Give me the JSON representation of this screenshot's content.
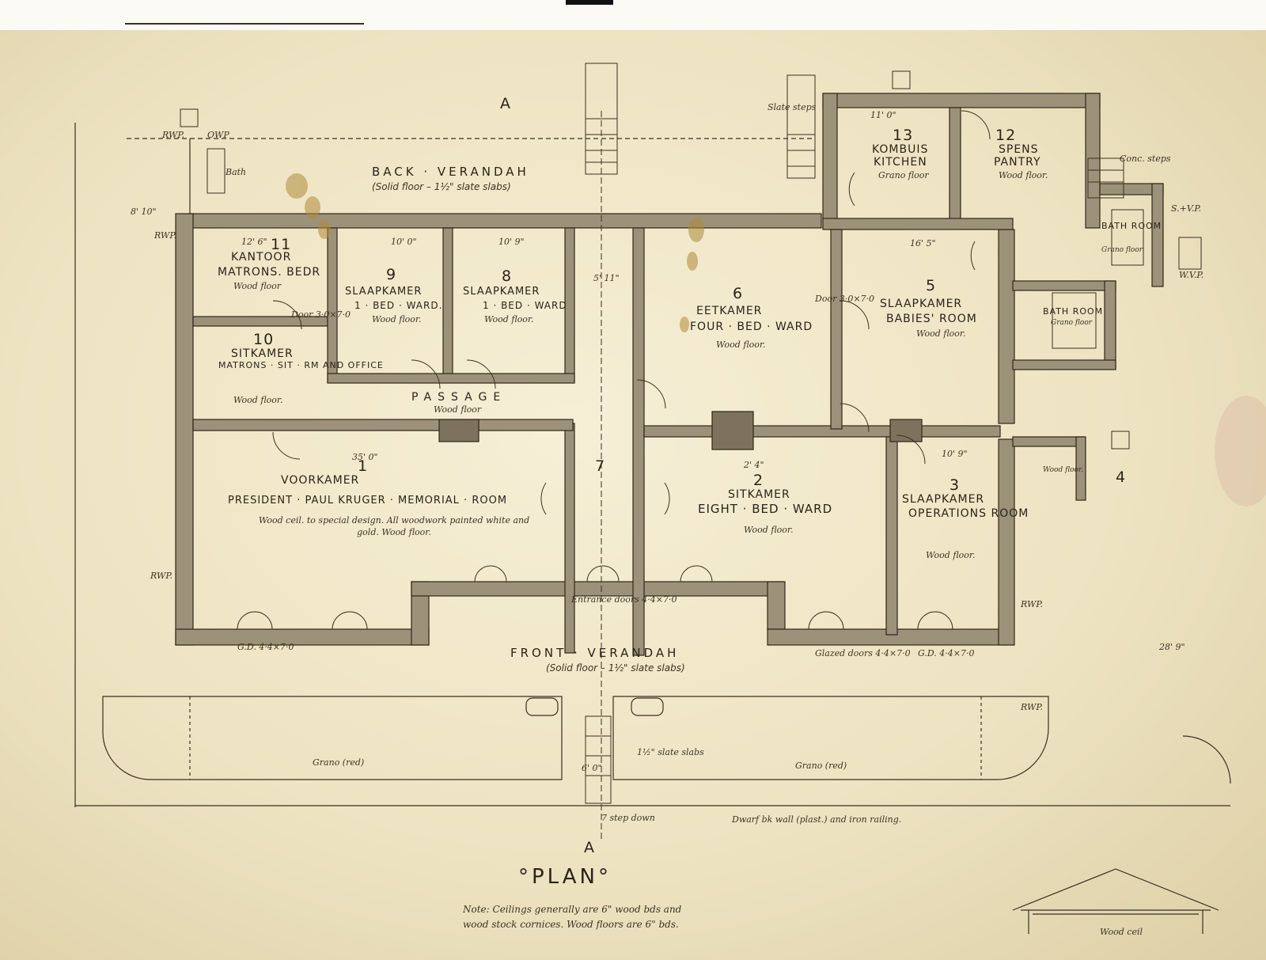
{
  "sheet": {
    "title": "°PLAN°",
    "note": "Note: Ceilings generally are 6\" wood bds and wood stock cornices. Wood floors are 6\" bds."
  },
  "verandahs": {
    "back": {
      "name": "BACK · VERANDAH",
      "note": "(Solid floor – 1½\" slate slabs)"
    },
    "front": {
      "name": "FRONT · VERANDAH",
      "note": "(Solid floor – 1½\" slate slabs)"
    }
  },
  "rooms": [
    {
      "num": "1",
      "name": "VOORKAMER",
      "sub": "PRESIDENT · PAUL KRUGER · MEMORIAL · ROOM",
      "floor": "Wood ceil. to special design. All woodwork painted white and gold. Wood floor."
    },
    {
      "num": "2",
      "name": "SITKAMER",
      "sub": "EIGHT · BED · WARD",
      "floor": "Wood floor."
    },
    {
      "num": "3",
      "name": "SLAAPKAMER",
      "sub": "OPERATIONS ROOM",
      "floor": "Wood floor."
    },
    {
      "num": "4",
      "name": "",
      "sub": "",
      "floor": "Wood floor."
    },
    {
      "num": "5",
      "name": "SLAAPKAMER",
      "sub": "BABIES' ROOM",
      "floor": "Wood floor."
    },
    {
      "num": "6",
      "name": "EETKAMER",
      "sub": "FOUR · BED · WARD",
      "floor": "Wood floor."
    },
    {
      "num": "7",
      "name": "PASSAGE",
      "sub": "",
      "floor": "Wood floor"
    },
    {
      "num": "8",
      "name": "SLAAPKAMER",
      "sub": "1 · BED · WARD",
      "floor": "Wood floor."
    },
    {
      "num": "9",
      "name": "SLAAPKAMER",
      "sub": "1 · BED · WARD.",
      "floor": "Wood floor."
    },
    {
      "num": "10",
      "name": "SITKAMER",
      "sub": "MATRONS · SIT · RM AND OFFICE",
      "floor": "Wood floor."
    },
    {
      "num": "11",
      "name": "KANTOOR",
      "sub": "MATRONS. BEDR",
      "floor": "Wood floor"
    },
    {
      "num": "12",
      "name": "SPENS",
      "sub": "PANTRY",
      "floor": "Wood floor."
    },
    {
      "num": "13",
      "name": "KOMBUIS",
      "sub": "KITCHEN",
      "floor": "Grano floor"
    }
  ],
  "service_rooms": [
    {
      "name": "BATH ROOM",
      "floor": "Grano floor"
    },
    {
      "name": "BATH ROOM",
      "floor": "Grano floor"
    }
  ],
  "passage": {
    "label": "PASSAGE",
    "floor": "Wood floor"
  },
  "dimensions": {
    "d1": "12' 6\"",
    "d2": "10' 0\"",
    "d3": "10' 9\"",
    "d4": "5' 11\"",
    "d5": "35' 0\"",
    "d6": "2' 4\"",
    "d7": "10' 9\"",
    "d8": "16' 5\"",
    "d9": "8' 10\"",
    "d10": "11' 0\"",
    "d11": "6' 0\"",
    "d12": "28' 9\""
  },
  "annotations": {
    "rwp": "RWP.",
    "owp": "OWP",
    "door": "Door 3·0×7·0",
    "entrance": "Entrance doors 4·4×7·0",
    "glazed": "Glazed doors 4·4×7·0",
    "gd": "G.D. 4·4×7·0",
    "grano": "Grano (red)",
    "slate_slabs": "1½\" slate slabs",
    "steps": "7 step down",
    "dwarf_wall": "Dwarf bk wall (plast.) and iron railing.",
    "slate_steps": "Slate steps",
    "conc_steps": "Conc. steps",
    "wood_ceil": "Wood ceil",
    "section": "A",
    "bath": "Bath",
    "svp": "S.+V.P.",
    "wvp": "W.V.P."
  }
}
